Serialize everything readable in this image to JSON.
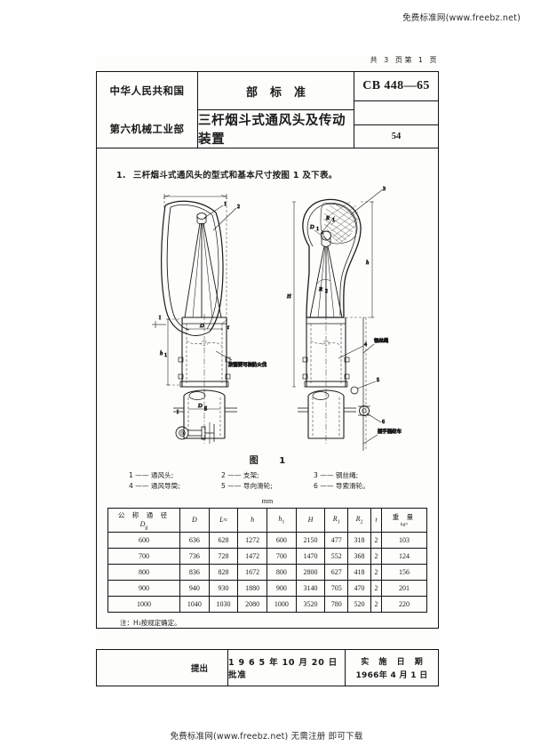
{
  "watermarks": {
    "top": "免费标准网(www.freebz.net)",
    "bottom": "免费标准网(www.freebz.net) 无需注册 即可下载"
  },
  "header": {
    "page_count": "共  3  页第  1  页",
    "country": "中华人民共和国",
    "ministry": "第六机械工业部",
    "doc_type": "部标准",
    "title": "三杆烟斗式通风头及传动装置",
    "standard_no": "CB 448—65",
    "page_no": "54"
  },
  "clause": {
    "number": "1.",
    "text": "三杆烟斗式通风头的型式和基本尺寸按图 1 及下表。"
  },
  "figure": {
    "caption": "图  1",
    "labels": {
      "L": "L",
      "D1": "D₁",
      "H": "H",
      "h": "h",
      "h1": "h₁",
      "D": "D",
      "Dg": "Dg",
      "t": "t",
      "R1": "R₁",
      "mark_1": "1",
      "mark_2": "2",
      "mark_3": "3",
      "mark_4": "4",
      "mark_5": "5",
      "mark_6": "6",
      "mark_I": "I"
    },
    "annotations": {
      "fire_damper": "按需要可装防火伐",
      "wire_rope": "钢丝绳",
      "hand_winch": "摇手摇绞车"
    },
    "legend": [
      "1 —— 通风头;",
      "2 —— 支架;",
      "3 —— 钢丝绳;",
      "4 —— 通风导筒;",
      "5 —— 导向滑轮;",
      "6 —— 导索滑轮。"
    ],
    "unit": "mm"
  },
  "table": {
    "headers": [
      "公 称 通 径 Dg",
      "D",
      "L≈",
      "h",
      "h₁",
      "H",
      "R₁",
      "R₂",
      "t",
      "重 量 kg≈"
    ],
    "rows": [
      [
        "600",
        "636",
        "628",
        "1272",
        "600",
        "2150",
        "477",
        "318",
        "2",
        "103"
      ],
      [
        "700",
        "736",
        "728",
        "1472",
        "700",
        "1470",
        "552",
        "368",
        "2",
        "124"
      ],
      [
        "800",
        "836",
        "828",
        "1672",
        "800",
        "2800",
        "627",
        "418",
        "2",
        "156"
      ],
      [
        "900",
        "940",
        "930",
        "1880",
        "900",
        "3140",
        "705",
        "470",
        "2",
        "201"
      ],
      [
        "1000",
        "1040",
        "1030",
        "2080",
        "1000",
        "3520",
        "780",
        "520",
        "2",
        "220"
      ]
    ],
    "note": "注：H₁按规定确定。"
  },
  "footer": {
    "proposed_by": "提出",
    "approved": "1 9 6 5 年 10 月 20 日批准",
    "effective_label": "实 施 日 期",
    "effective_date": "1966年 4 月 1 日"
  }
}
